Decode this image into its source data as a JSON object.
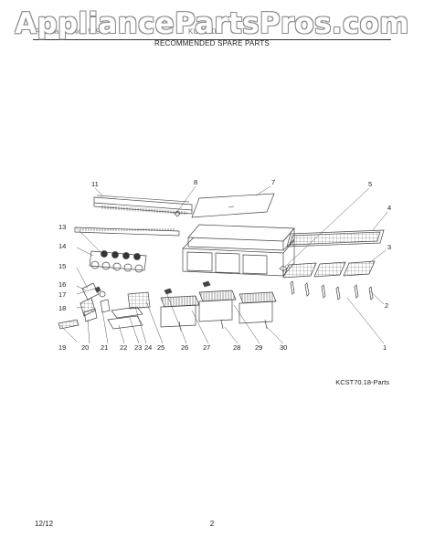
{
  "watermark": "AppliancePartsPros.com",
  "header": {
    "left_text": "Publication No.: 5995",
    "model_text": "KCST70",
    "section_title": "RECOMMENDED SPARE PARTS"
  },
  "figure": {
    "caption": "KCST70.18-Parts",
    "callouts": [
      "11",
      "8",
      "7",
      "5",
      "4",
      "13",
      "14",
      "3",
      "15",
      "16",
      "17",
      "18",
      "2",
      "19",
      "20",
      "21",
      "22",
      "23",
      "24",
      "25",
      "26",
      "27",
      "28",
      "29",
      "30",
      "1"
    ]
  },
  "footer": {
    "date": "12/12",
    "page_number": "2"
  }
}
